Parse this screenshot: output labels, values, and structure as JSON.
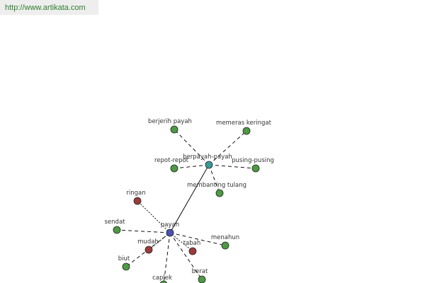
{
  "header": {
    "url": "http://www.artikata.com"
  },
  "colors": {
    "primary": "#4a52b5",
    "secondary": "#3a9a9a",
    "green": "#4d9a42",
    "red": "#9c3b3b",
    "stroke": "#222222",
    "edge": "#111111"
  },
  "graph": {
    "nodes": [
      {
        "id": "payah",
        "label": "payah",
        "kind": "primary"
      },
      {
        "id": "berpayah",
        "label": "berpayah-payah",
        "kind": "secondary"
      },
      {
        "id": "berjerih",
        "label": "berjerih payah",
        "kind": "green"
      },
      {
        "id": "memeras",
        "label": "memeras keringat",
        "kind": "green"
      },
      {
        "id": "repot",
        "label": "repot-repot",
        "kind": "green"
      },
      {
        "id": "pusing",
        "label": "pusing-pusing",
        "kind": "green"
      },
      {
        "id": "membanting",
        "label": "membanting tulang",
        "kind": "green"
      },
      {
        "id": "ringan",
        "label": "ringan",
        "kind": "red"
      },
      {
        "id": "sendat",
        "label": "sendat",
        "kind": "green"
      },
      {
        "id": "mudah",
        "label": "mudah",
        "kind": "red"
      },
      {
        "id": "tabah",
        "label": "tabah",
        "kind": "red"
      },
      {
        "id": "menahun",
        "label": "menahun",
        "kind": "green"
      },
      {
        "id": "biut",
        "label": "biut",
        "kind": "green"
      },
      {
        "id": "berat",
        "label": "berat",
        "kind": "green"
      },
      {
        "id": "caplek",
        "label": "caplek",
        "kind": "green"
      }
    ],
    "edges": [
      {
        "from": "payah",
        "to": "berpayah",
        "style": "solid"
      },
      {
        "from": "berpayah",
        "to": "berjerih",
        "style": "dashed"
      },
      {
        "from": "berpayah",
        "to": "memeras",
        "style": "dashed"
      },
      {
        "from": "berpayah",
        "to": "repot",
        "style": "dashed"
      },
      {
        "from": "berpayah",
        "to": "pusing",
        "style": "dashed"
      },
      {
        "from": "berpayah",
        "to": "membanting",
        "style": "dashed"
      },
      {
        "from": "payah",
        "to": "ringan",
        "style": "dotted"
      },
      {
        "from": "payah",
        "to": "sendat",
        "style": "dashed"
      },
      {
        "from": "payah",
        "to": "mudah",
        "style": "dotted"
      },
      {
        "from": "payah",
        "to": "tabah",
        "style": "dotted"
      },
      {
        "from": "payah",
        "to": "menahun",
        "style": "dashed"
      },
      {
        "from": "payah",
        "to": "biut",
        "style": "dashed"
      },
      {
        "from": "payah",
        "to": "berat",
        "style": "dashed"
      },
      {
        "from": "payah",
        "to": "caplek",
        "style": "dashed"
      }
    ]
  }
}
